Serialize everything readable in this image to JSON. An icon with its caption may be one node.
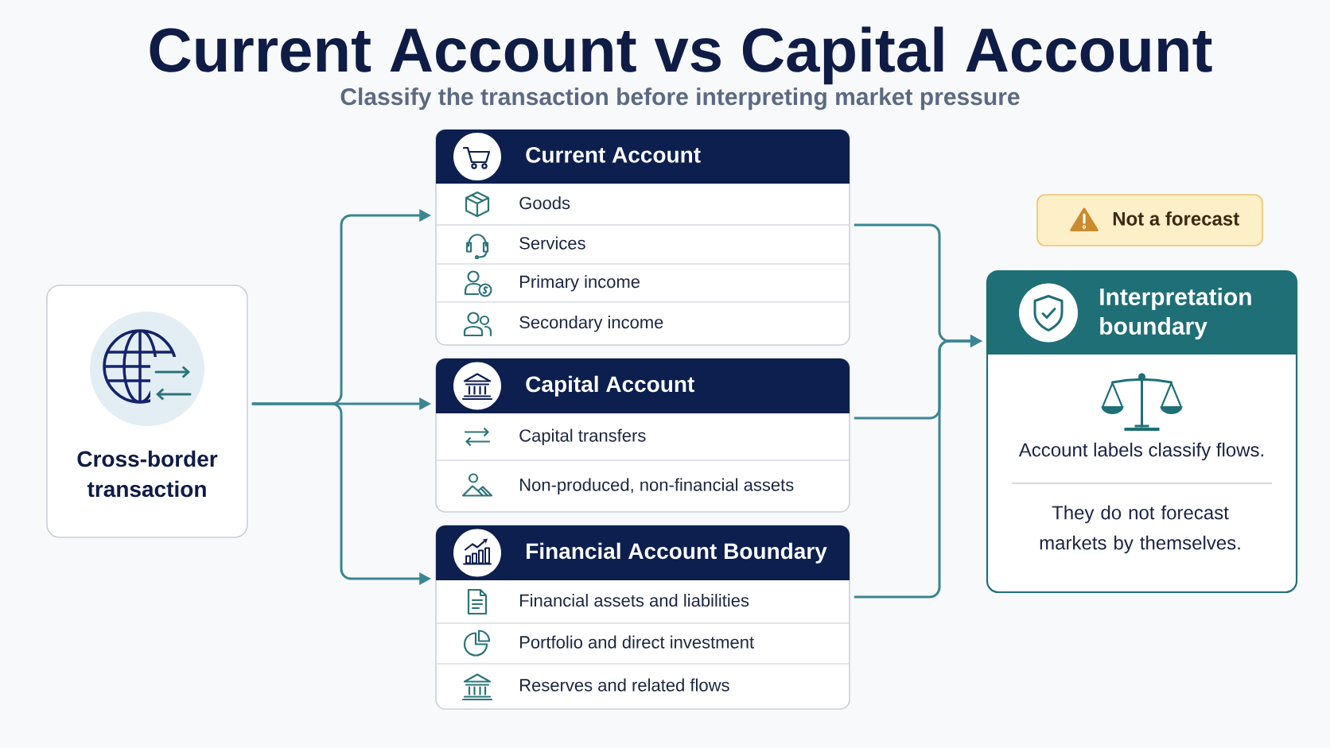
{
  "diagram": {
    "title": "Current Account vs Capital Account",
    "nodes": [
      {
        "text": [
          "Cross-border transaction"
        ]
      },
      {
        "text": [
          "Current Account"
        ]
      },
      {
        "text": [
          "Goods"
        ],
        "in": 1
      },
      {
        "text": [
          "Services"
        ],
        "in": 1
      },
      {
        "text": [
          "Primary income"
        ],
        "in": 1
      },
      {
        "text": [
          "Secondary income"
        ],
        "in": 1
      },
      {
        "text": [
          "Capital Account"
        ]
      },
      {
        "text": [
          "Capital transfers"
        ],
        "in": 6
      },
      {
        "text": [
          "Non-produced, non-financial assets"
        ],
        "in": 6
      },
      {
        "text": [
          "Financial Account Boundary"
        ]
      },
      {
        "text": [
          "Financial assets and liabilities"
        ],
        "in": 9
      },
      {
        "text": [
          "Portfolio and direct investment"
        ],
        "in": 9
      },
      {
        "text": [
          "Reserves and related flows"
        ],
        "in": 9
      },
      {
        "text": [
          "Not a forecast"
        ]
      },
      {
        "text": [
          "Interpretation boundary",
          "Account labels classify flows.",
          "They do not forecast markets by themselves."
        ]
      }
    ],
    "edges": [
      {
        "from": 0,
        "to": 1,
        "arrow": "to"
      },
      {
        "from": 0,
        "to": 6,
        "arrow": "to"
      },
      {
        "from": 0,
        "to": 9,
        "arrow": "to"
      },
      {
        "from": 1,
        "to": 14,
        "arrow": "to"
      },
      {
        "from": 6,
        "to": 14,
        "arrow": "to"
      },
      {
        "from": 9,
        "to": 14,
        "arrow": "to"
      }
    ],
    "labels": [
      "Classify the transaction before interpreting market pressure"
    ]
  }
}
